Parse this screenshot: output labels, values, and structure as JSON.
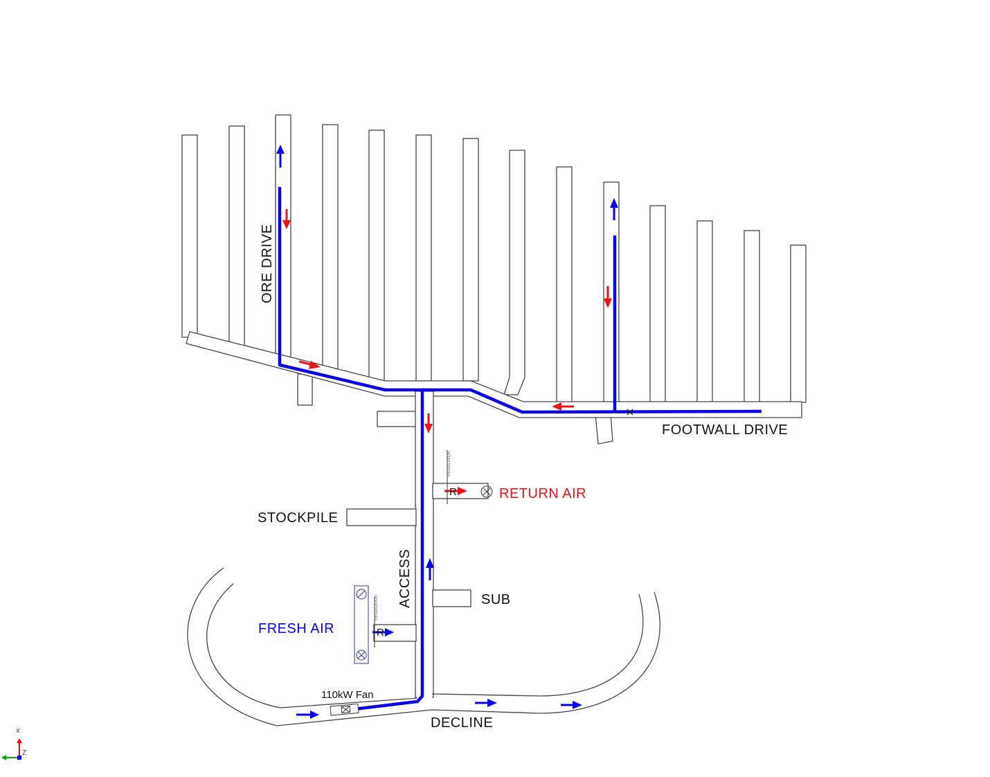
{
  "labels": {
    "ore_drive": "ORE DRIVE",
    "footwall_drive": "FOOTWALL DRIVE",
    "return_air": "RETURN AIR",
    "stockpile": "STOCKPILE",
    "access": "ACCESS",
    "sub": "SUB",
    "fresh_air": "FRESH AIR",
    "fan": "110kW Fan",
    "decline": "DECLINE",
    "regulator_top": "REGULATOR",
    "regulator_bottom": "REGULATOR",
    "reg_mark_top": "R",
    "reg_mark_bottom": "R"
  },
  "axis_glyph": {
    "x_label": "x",
    "z_label": "Z"
  },
  "colors": {
    "fresh_air": "#0a00e6",
    "return_air": "#ee1111",
    "drift_outline": "#444444",
    "text": "#111111",
    "axis_x": "#ff0000",
    "axis_y": "#00aa00",
    "axis_z": "#0000ff"
  },
  "icons": [
    "flow-arrow-icon",
    "regulator-icon",
    "fan-icon",
    "axis-gizmo-icon",
    "crossed-circle-icon"
  ]
}
